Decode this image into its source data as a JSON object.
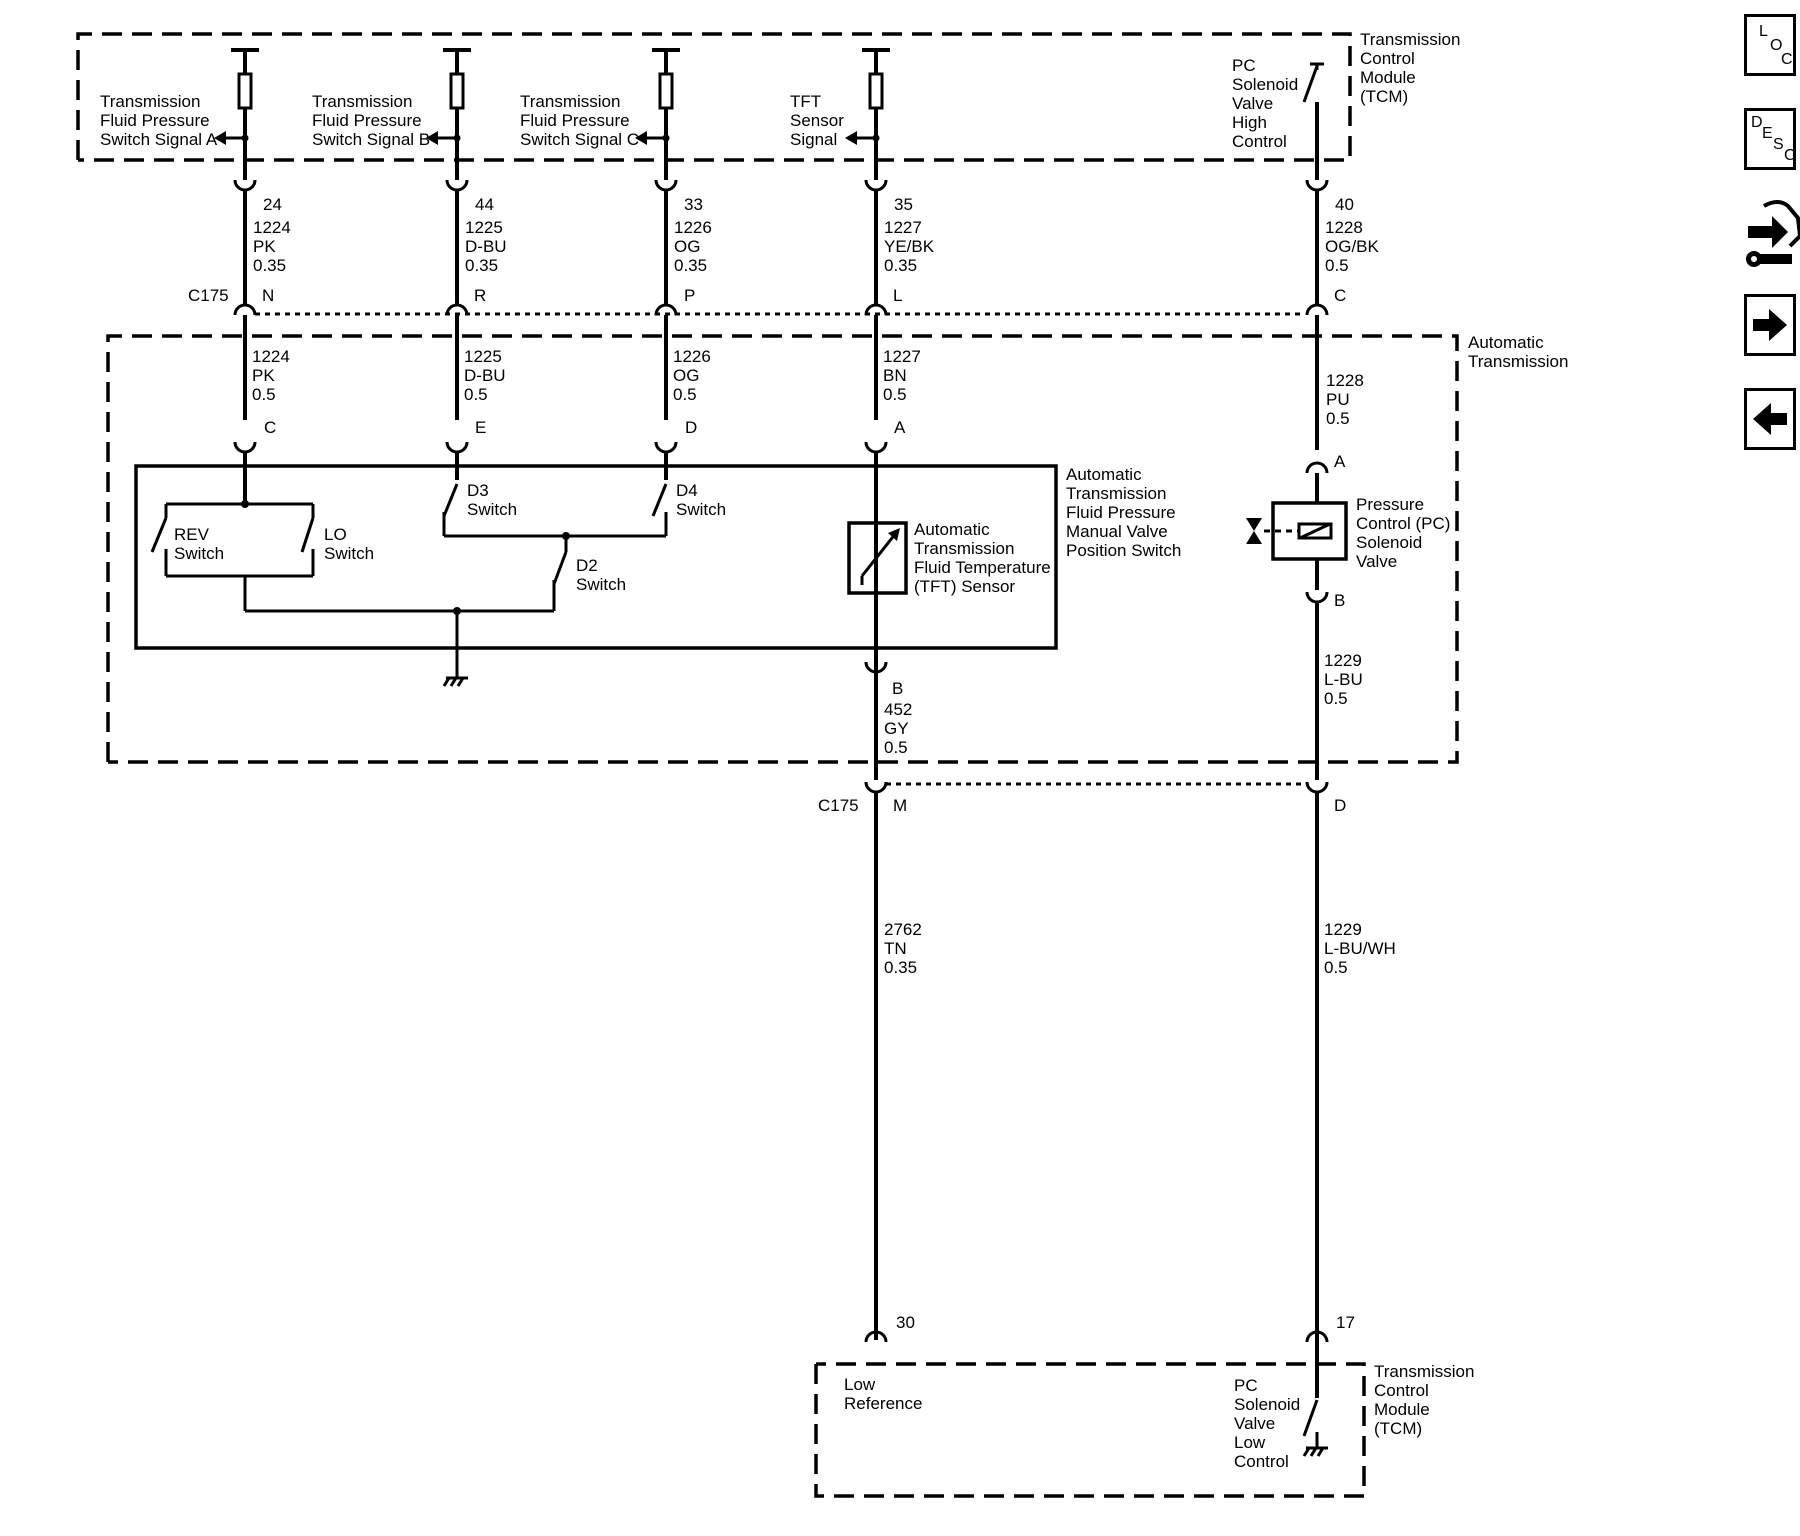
{
  "tcm_top": {
    "label": [
      "Transmission",
      "Control",
      "Module",
      "(TCM)"
    ],
    "signals": [
      {
        "lines": [
          "Transmission",
          "Fluid Pressure",
          "Switch Signal A"
        ],
        "pin": "24",
        "circuit": "1224",
        "color": "PK",
        "gauge": "0.35"
      },
      {
        "lines": [
          "Transmission",
          "Fluid Pressure",
          "Switch Signal B"
        ],
        "pin": "44",
        "circuit": "1225",
        "color": "D-BU",
        "gauge": "0.35"
      },
      {
        "lines": [
          "Transmission",
          "Fluid Pressure",
          "Switch Signal C"
        ],
        "pin": "33",
        "circuit": "1226",
        "color": "OG",
        "gauge": "0.35"
      },
      {
        "lines": [
          "TFT",
          "Sensor",
          "Signal"
        ],
        "pin": "35",
        "circuit": "1227",
        "color": "YE/BK",
        "gauge": "0.35"
      }
    ],
    "pc_high": {
      "lines": [
        "PC",
        "Solenoid",
        "Valve",
        "High",
        "Control"
      ],
      "pin": "40",
      "circuit": "1228",
      "color": "OG/BK",
      "gauge": "0.5"
    }
  },
  "connector_top": {
    "name": "C175",
    "pins": [
      "N",
      "R",
      "P",
      "L",
      "C"
    ]
  },
  "auto_trans": {
    "label": [
      "Automatic",
      "Transmission"
    ],
    "wires_in": [
      {
        "circuit": "1224",
        "color": "PK",
        "gauge": "0.5",
        "pin": "C"
      },
      {
        "circuit": "1225",
        "color": "D-BU",
        "gauge": "0.5",
        "pin": "E"
      },
      {
        "circuit": "1226",
        "color": "OG",
        "gauge": "0.5",
        "pin": "D"
      },
      {
        "circuit": "1227",
        "color": "BN",
        "gauge": "0.5",
        "pin": "A"
      }
    ],
    "switch_assembly": [
      "Automatic",
      "Transmission",
      "Fluid Pressure",
      "Manual Valve",
      "Position Switch"
    ],
    "rev_switch": [
      "REV",
      "Switch"
    ],
    "lo_switch": [
      "LO",
      "Switch"
    ],
    "d3_switch": [
      "D3",
      "Switch"
    ],
    "d4_switch": [
      "D4",
      "Switch"
    ],
    "d2_switch": [
      "D2",
      "Switch"
    ],
    "tft_sensor": [
      "Automatic",
      "Transmission",
      "Fluid Temperature",
      "(TFT) Sensor"
    ],
    "tft_out": {
      "pin": "B",
      "circuit": "452",
      "color": "GY",
      "gauge": "0.5"
    },
    "pc_in": {
      "circuit": "1228",
      "color": "PU",
      "gauge": "0.5",
      "pin": "A"
    },
    "pc_solenoid": [
      "Pressure",
      "Control (PC)",
      "Solenoid",
      "Valve"
    ],
    "pc_out": {
      "pin": "B",
      "circuit": "1229",
      "color": "L-BU",
      "gauge": "0.5"
    }
  },
  "connector_bottom": {
    "name": "C175",
    "pins": [
      "M",
      "D"
    ]
  },
  "lower_wires": [
    {
      "circuit": "2762",
      "color": "TN",
      "gauge": "0.35"
    },
    {
      "circuit": "1229",
      "color": "L-BU/WH",
      "gauge": "0.5"
    }
  ],
  "tcm_bottom": {
    "label": [
      "Transmission",
      "Control",
      "Module",
      "(TCM)"
    ],
    "low_reference": [
      "Low",
      "Reference"
    ],
    "pc_low": [
      "PC",
      "Solenoid",
      "Valve",
      "Low",
      "Control"
    ],
    "pins": [
      "30",
      "17"
    ]
  },
  "nav": {
    "loc": [
      "L",
      "O",
      "C"
    ],
    "desc": [
      "D",
      "E",
      "S",
      "C"
    ]
  }
}
